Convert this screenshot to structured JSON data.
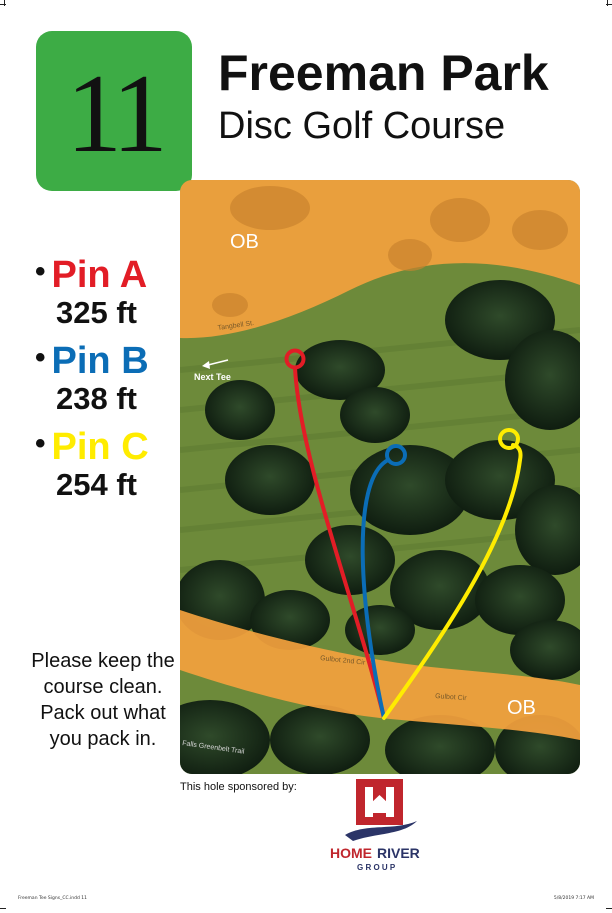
{
  "hole": {
    "number": "11"
  },
  "course": {
    "name": "Freeman Park",
    "subtitle": "Disc Golf Course"
  },
  "pins": [
    {
      "name": "Pin A",
      "distance": "325 ft",
      "color": "#e21d26"
    },
    {
      "name": "Pin B",
      "distance": "238 ft",
      "color": "#0b6db6"
    },
    {
      "name": "Pin C",
      "distance": "254 ft",
      "color": "#ffec00"
    }
  ],
  "colors": {
    "hole_box": "#3dac45",
    "ob_overlay": "#f2a03d"
  },
  "map": {
    "ob_top": "OB",
    "ob_bottom": "OB",
    "next_tee": "Next Tee",
    "street_top": "Tangbell St.",
    "street_mid": "Gulbot 2nd Cir",
    "street_right": "Gulbot Cir",
    "trail": "Falls Greenbelt Trail"
  },
  "note": "Please keep the course clean. Pack out what you pack in.",
  "sponsor": {
    "label": "This hole sponsored by:",
    "name_part1": "HOME",
    "name_part2": "RIVER",
    "group": "G R O U P"
  },
  "footer": {
    "left": "Freeman Tee Signs_CC.indd   11",
    "right": "5/8/2019   7:17 AM"
  }
}
